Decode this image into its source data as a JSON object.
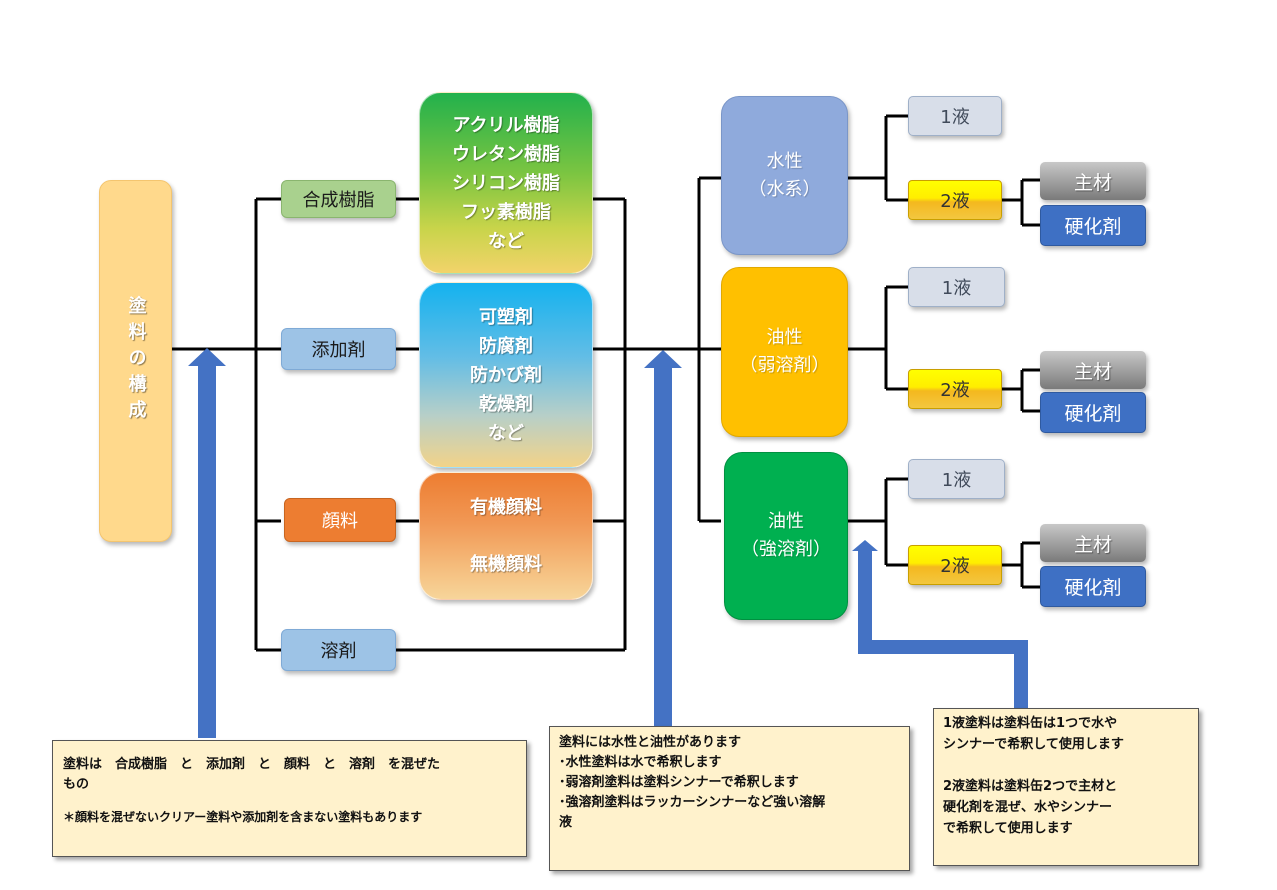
{
  "root": {
    "label": "塗料の構成"
  },
  "components": [
    {
      "label": "合成樹脂",
      "color": "#a9d18e"
    },
    {
      "label": "添加剤",
      "color": "#9dc3e6"
    },
    {
      "label": "顔料",
      "color": "#ed7d31"
    },
    {
      "label": "溶剤",
      "color": "#9dc3e6"
    }
  ],
  "examples": {
    "resin": [
      "アクリル樹脂",
      "ウレタン樹脂",
      "シリコン樹脂",
      "フッ素樹脂",
      "など"
    ],
    "additive": [
      "可塑剤",
      "防腐剤",
      "防かび剤",
      "乾燥剤",
      "など"
    ],
    "pigment": [
      "有機顔料",
      "無機顔料"
    ]
  },
  "types": [
    {
      "line1": "水性",
      "line2": "（水系）",
      "color": "#8faadc"
    },
    {
      "line1": "油性",
      "line2": "（弱溶剤）",
      "color": "#ffc000"
    },
    {
      "line1": "油性",
      "line2": "（強溶剤）",
      "color": "#00b050"
    }
  ],
  "liquids": {
    "one": "1液",
    "two": "2液",
    "main": "主材",
    "hardener": "硬化剤"
  },
  "notes": {
    "left": {
      "line1": "塗料は　合成樹脂　と　添加剤　と　顔料　と　溶剤　を混ぜた",
      "line2": "もの",
      "line3": "＊顔料を混ぜないクリアー塗料や添加剤を含まない塗料もあります"
    },
    "middle": {
      "line1": "塗料には水性と油性があります",
      "line2": "･水性塗料は水で希釈します",
      "line3": "･弱溶剤塗料は塗料シンナーで希釈します",
      "line4": "･強溶剤塗料はラッカーシンナーなど強い溶解",
      "line5": "液"
    },
    "right": {
      "line1": "1液塗料は塗料缶は1つで水や",
      "line2": "シンナーで希釈して使用します",
      "line3": "2液塗料は塗料缶2つで主材と",
      "line4": "硬化剤を混ぜ、水やシンナー",
      "line5": "で希釈して使用します"
    }
  },
  "colors": {
    "arrow": "#4472c4",
    "line": "#000000"
  }
}
